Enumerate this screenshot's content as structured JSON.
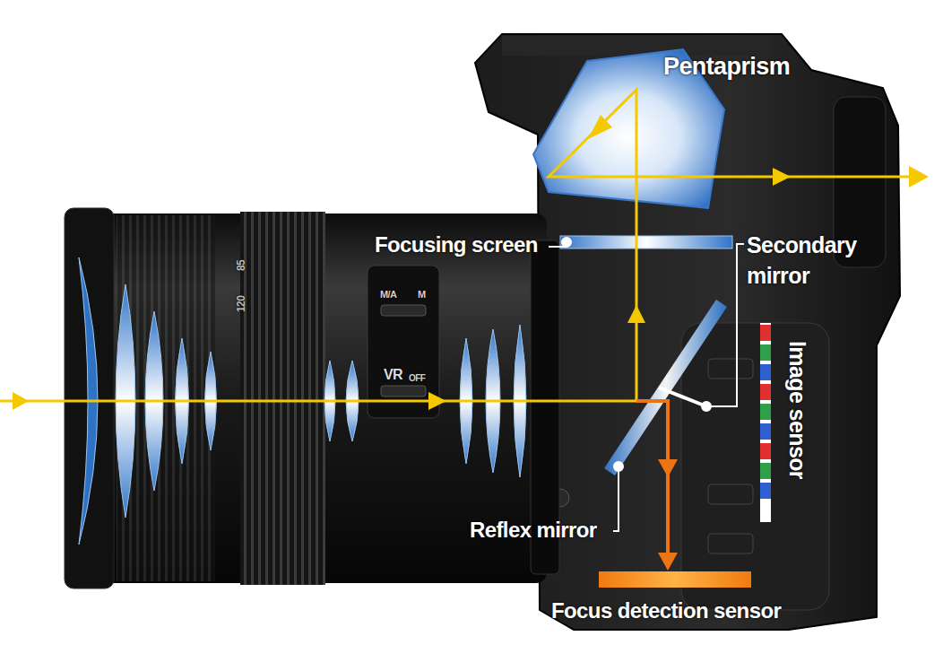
{
  "diagram": {
    "labels": [
      "Pentaprism",
      "Focusing screen",
      "Secondary mirror",
      "Image sensor",
      "Reflex mirror",
      "Focus detection sensor",
      "M/A",
      "M",
      "VR",
      "OFF",
      "120",
      "85"
    ]
  }
}
